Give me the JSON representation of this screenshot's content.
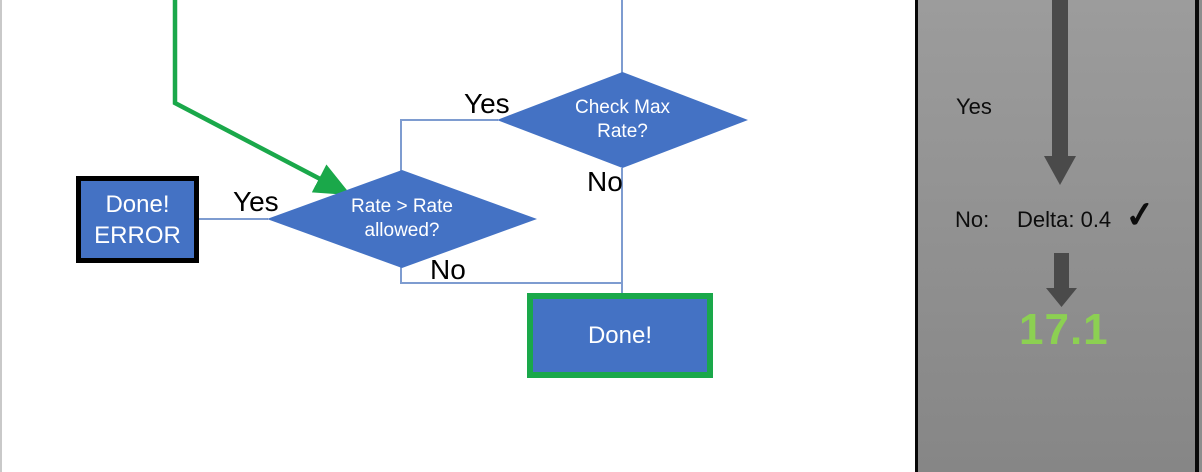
{
  "flowchart": {
    "decision_check_max": {
      "label": "Check Max Rate?"
    },
    "decision_rate": {
      "label": "Rate > Rate allowed?"
    },
    "error_box": {
      "line1": "Done!",
      "line2": "ERROR"
    },
    "done_box": {
      "label": "Done!"
    },
    "edge_labels": {
      "rate_yes": "Yes",
      "rate_no": "No",
      "max_yes": "Yes",
      "max_no": "No"
    }
  },
  "panel": {
    "yes_label": "Yes",
    "no_label": "No:",
    "delta_label": "Delta: 0.4",
    "check_icon": "✓",
    "result_value": "17.1"
  },
  "colors": {
    "shape_blue": "#4472C4",
    "connector_blue": "#7e9cd0",
    "accent_green": "#1aa84a",
    "result_green": "#8CD052",
    "arrow_gray": "#4a4a4a",
    "panel_gray_top": "#9c9c9c",
    "panel_gray_bottom": "#868686"
  }
}
